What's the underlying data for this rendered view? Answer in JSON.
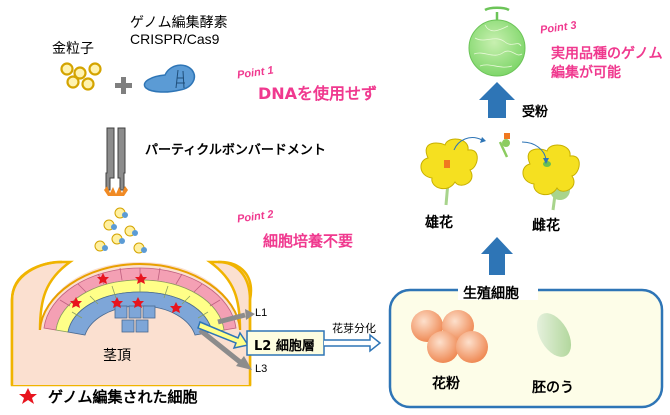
{
  "labels": {
    "gold_particles": "金粒子",
    "enzyme_line1": "ゲノム編集酵素",
    "enzyme_line2": "CRISPR/Cas9",
    "plus": "+",
    "bombardment": "パーティクルボンバードメント",
    "point1_tag": "Point 1",
    "point1_text": "DNAを使用せず",
    "point2_tag": "Point 2",
    "point2_text": "細胞培養不要",
    "point3_tag": "Point 3",
    "point3_line1": "実用品種のゲノム",
    "point3_line2": "編集が可能",
    "shoot_apex": "茎頂",
    "l1": "L1",
    "l2_layer": "L2 細胞層",
    "l3": "L3",
    "flower_bud_diff": "花芽分化",
    "germ_cells": "生殖細胞",
    "pollen": "花粉",
    "embryo_sac": "胚のう",
    "male_flower": "雄花",
    "female_flower": "雌花",
    "pollination": "受粉",
    "legend": "ゲノム編集された細胞"
  },
  "colors": {
    "accent_pink": "#f0398f",
    "arrow_blue": "#2e75b6",
    "gold": "#e6b800",
    "l2_yellow": "#ffff88",
    "l1_pink": "#f4a0b4",
    "l3_blue": "#7ea6d8",
    "star_red": "#e8141e"
  }
}
